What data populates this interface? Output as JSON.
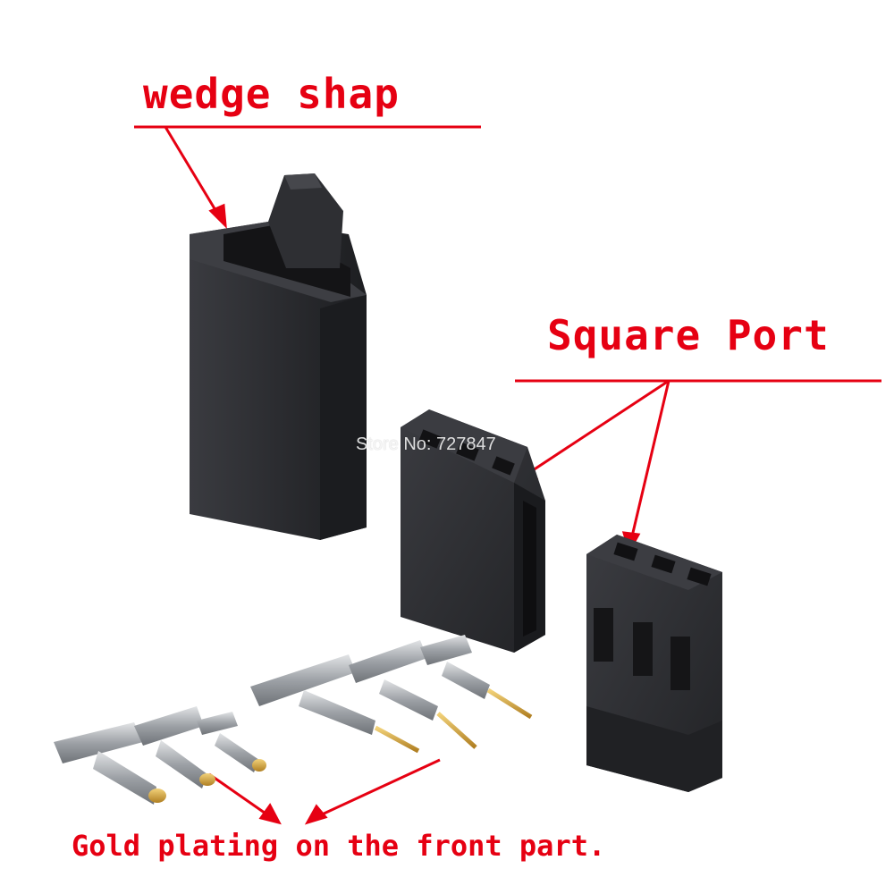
{
  "labels": {
    "wedge": "wedge shap",
    "square_port": "Square Port",
    "gold_plating": "Gold plating on the front part."
  },
  "watermark": "Store No: 727847",
  "colors": {
    "annotation": "#e60012",
    "housing": "#2a2b2f",
    "pin_silver": "#b9bcc0",
    "pin_gold": "#d9a53a"
  }
}
